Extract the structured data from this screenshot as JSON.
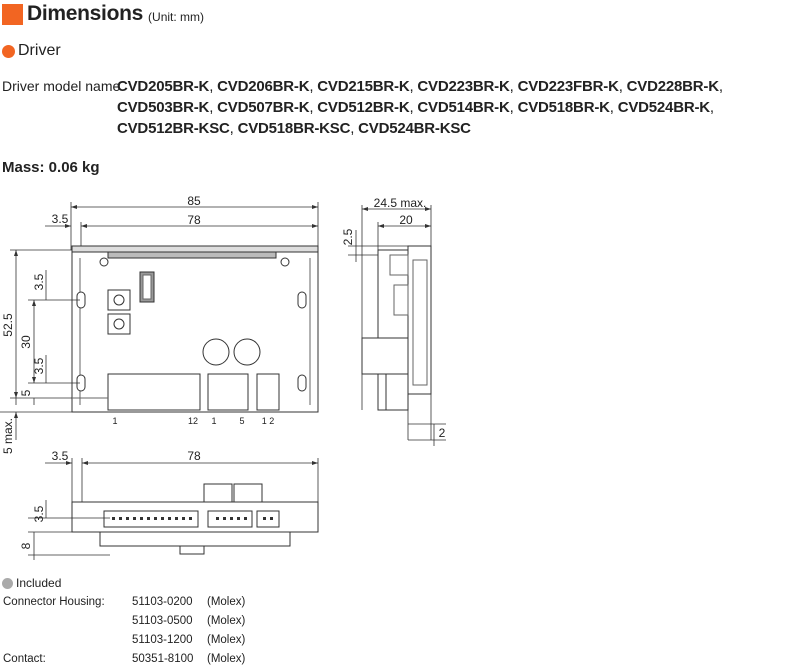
{
  "title": {
    "main": "Dimensions",
    "unit": "(Unit: mm)"
  },
  "section": "Driver",
  "driver_model_label": "Driver model name",
  "models": [
    "CVD205BR-K",
    "CVD206BR-K",
    "CVD215BR-K",
    "CVD223BR-K",
    "CVD223FBR-K",
    "CVD228BR-K",
    "CVD503BR-K",
    "CVD507BR-K",
    "CVD512BR-K",
    "CVD514BR-K",
    "CVD518BR-K",
    "CVD524BR-K",
    "CVD512BR-KSC",
    "CVD518BR-KSC",
    "CVD524BR-KSC"
  ],
  "mass": "Mass: 0.06 kg",
  "dims": {
    "top_overall": "85",
    "top_inner": "78",
    "top_offset": "3.5",
    "side_max": "24.5 max.",
    "side_inner": "20",
    "side_step": "2.5",
    "left_height": "52.5",
    "left_holes": "30",
    "left_hole_top": "3.5",
    "left_hole_bottom": "3.5",
    "left_bottom": "5",
    "left_max": "5 max.",
    "side_bottom": "2",
    "bottom_offset": "3.5",
    "bottom_inner": "78",
    "bottom_hole": "3.5",
    "bottom_height": "8"
  },
  "pins": {
    "a1": "1",
    "a12": "12",
    "b1": "1",
    "b5": "5",
    "c12": "1 2"
  },
  "included": {
    "label": "Included",
    "rows": [
      {
        "label": "Connector Housing:",
        "part": "51103-0200",
        "maker": "(Molex)"
      },
      {
        "label": "",
        "part": "51103-0500",
        "maker": "(Molex)"
      },
      {
        "label": "",
        "part": "51103-1200",
        "maker": "(Molex)"
      },
      {
        "label": "Contact:",
        "part": "50351-8100",
        "maker": "(Molex)"
      }
    ]
  }
}
